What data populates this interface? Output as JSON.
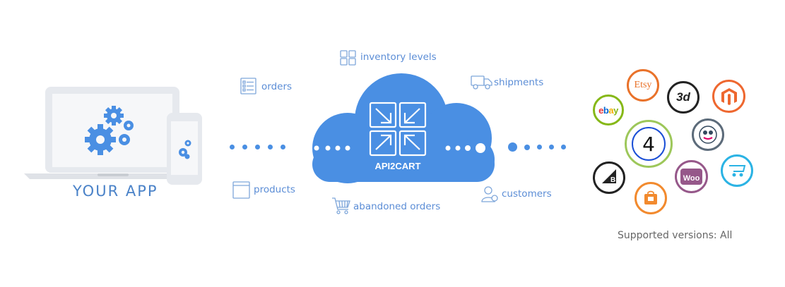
{
  "app": {
    "title": "YOUR APP"
  },
  "center": {
    "brand": "API2CART"
  },
  "data_types": {
    "inventory": "inventory levels",
    "orders": "orders",
    "shipments": "shipments",
    "products": "products",
    "abandoned": "abandoned orders",
    "customers": "customers"
  },
  "platforms": {
    "etsy": "Etsy",
    "ebay_e": "e",
    "ebay_b": "b",
    "ebay_a": "a",
    "ebay_y": "y",
    "threed": "3d",
    "woo": "Woo",
    "bigcommerce": "B",
    "center_badge": "4"
  },
  "footer": {
    "supported": "Supported versions: All"
  },
  "colors": {
    "accent": "#4a8fe3",
    "cloud": "#4a8fe3",
    "label": "#5b8dd6",
    "etsy": "#e9722a",
    "magento": "#ee672f",
    "woo": "#96588a",
    "opencart": "#2bb3e4",
    "ebay_ring": "#86b817",
    "shopify_orange": "#f28a2e"
  }
}
